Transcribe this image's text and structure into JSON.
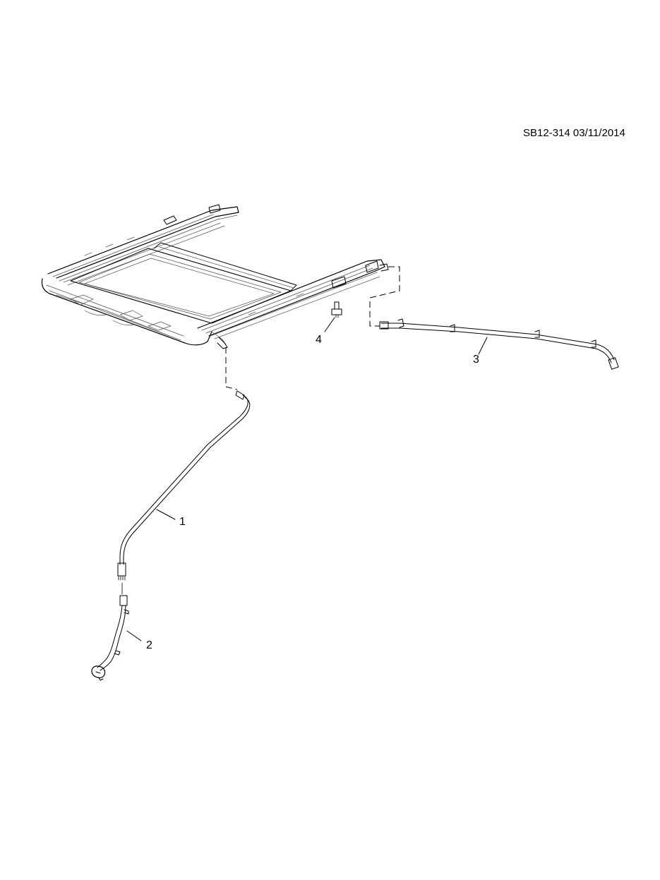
{
  "header": {
    "reference": "SB12-314 03/11/2014"
  },
  "callouts": [
    "1",
    "2",
    "3",
    "4"
  ]
}
